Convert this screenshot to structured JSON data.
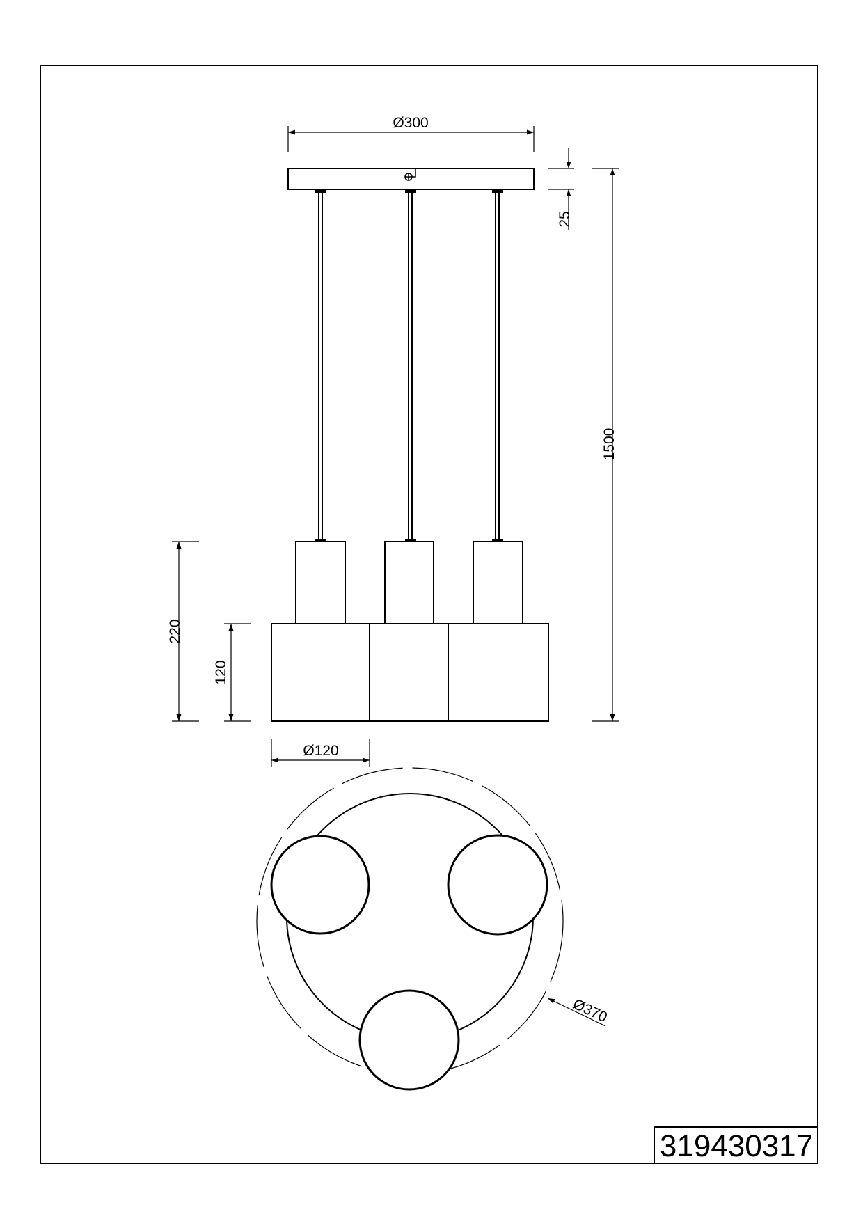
{
  "drawing": {
    "article_number": "319430317",
    "dimensions": {
      "canopy_diameter": "Ø300",
      "canopy_height": "25",
      "total_height": "1500",
      "shade_total_height": "220",
      "shade_lower_height": "120",
      "shade_diameter": "Ø120",
      "overall_diameter": "Ø370"
    }
  }
}
